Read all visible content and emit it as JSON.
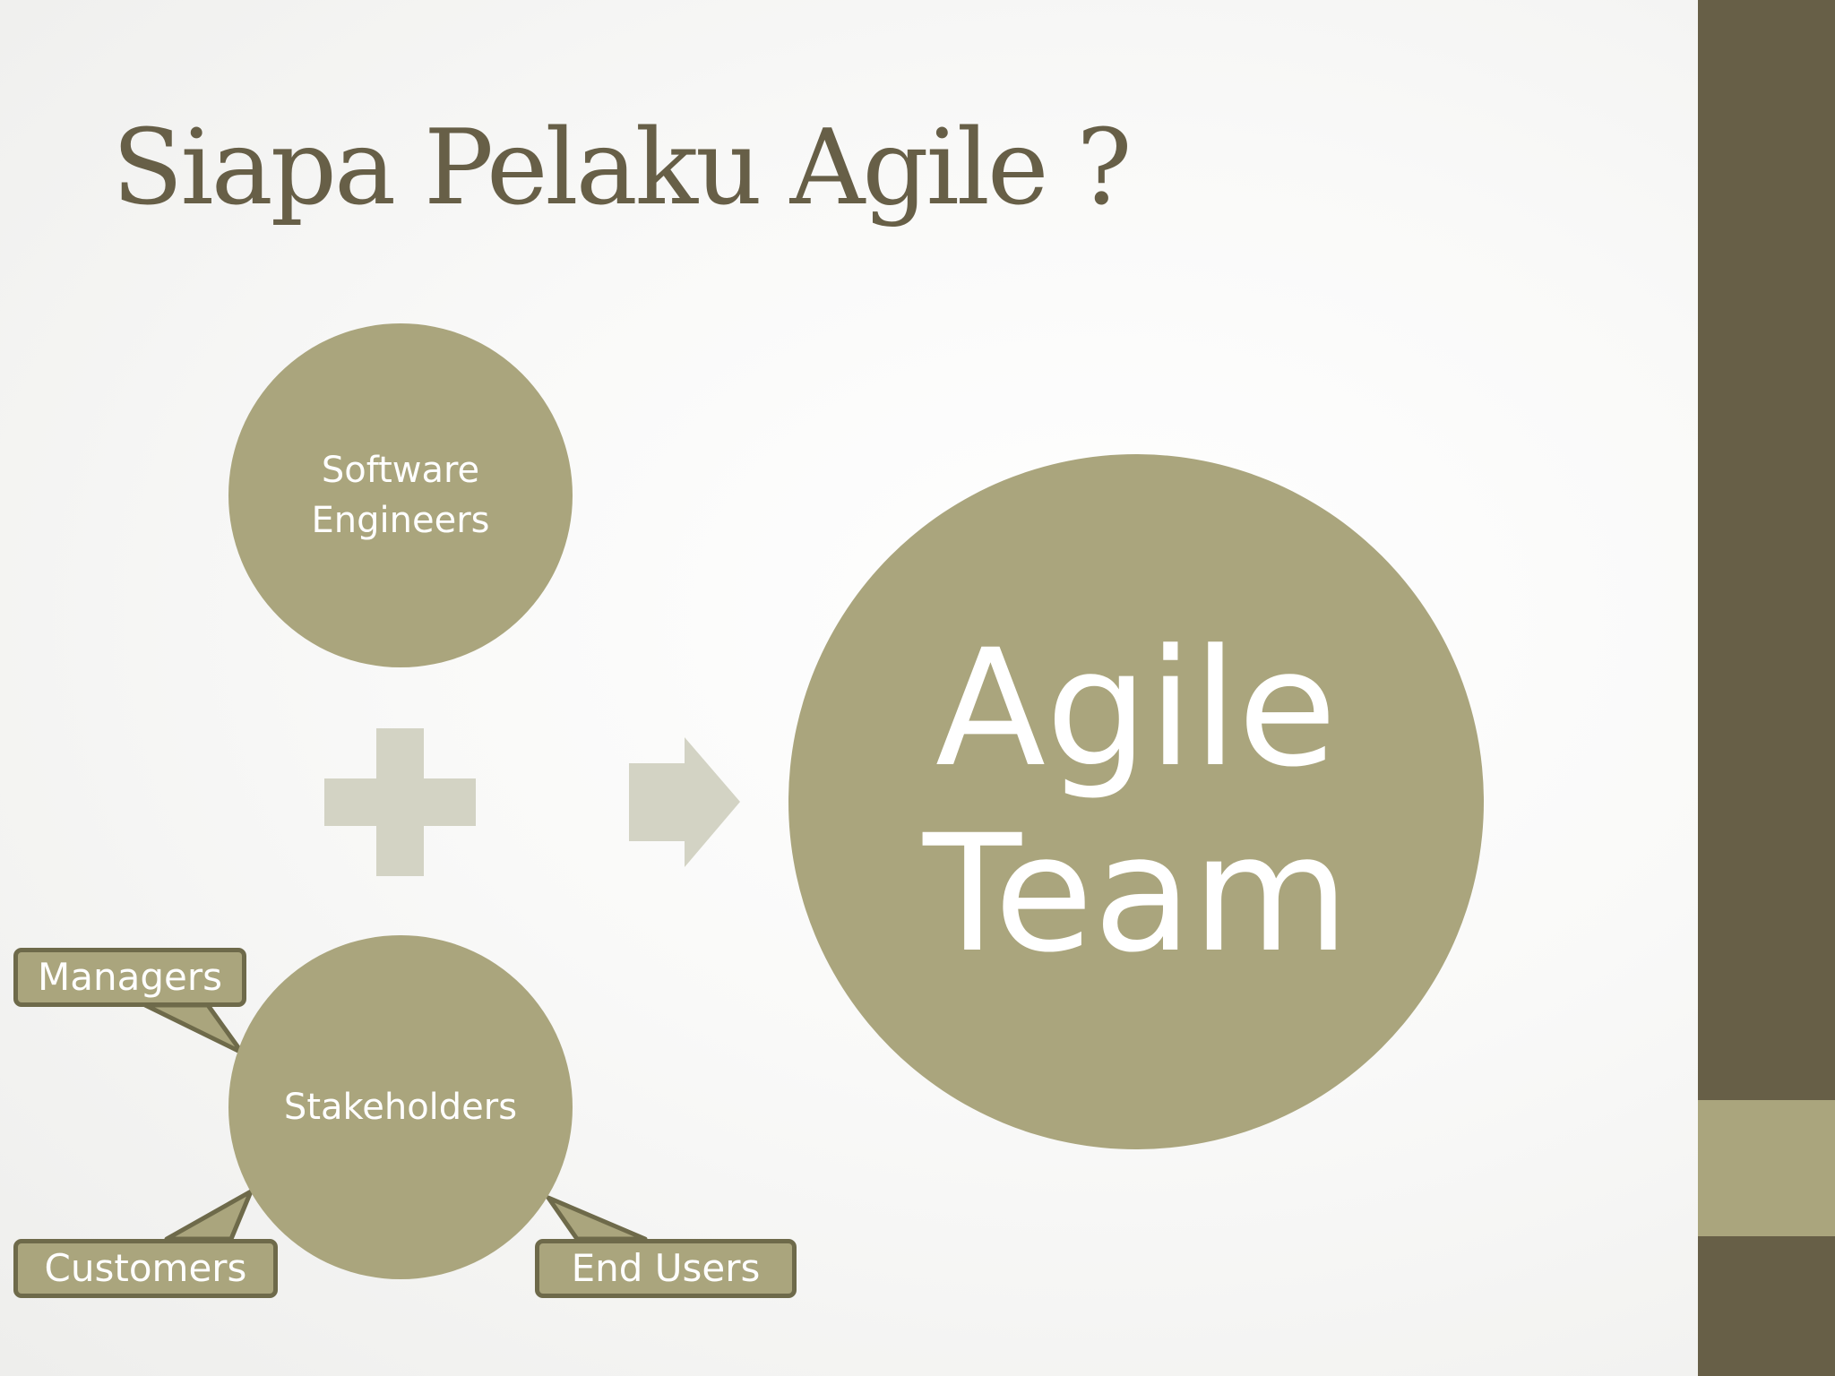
{
  "slide": {
    "title": "Siapa Pelaku Agile ?"
  },
  "diagram": {
    "circles": {
      "software_engineers": "Software\nEngineers",
      "stakeholders": "Stakeholders",
      "agile_team": "Agile\nTeam"
    },
    "callouts": {
      "managers": "Managers",
      "customers": "Customers",
      "end_users": "End Users"
    }
  },
  "colors": {
    "brand_dark": "#675f47",
    "brand_olive": "#aaa57d",
    "symbol_light": "#d3d3c4",
    "text_on_shape": "#ffffff"
  },
  "icons": [
    "plus-icon",
    "arrow-right-icon"
  ]
}
